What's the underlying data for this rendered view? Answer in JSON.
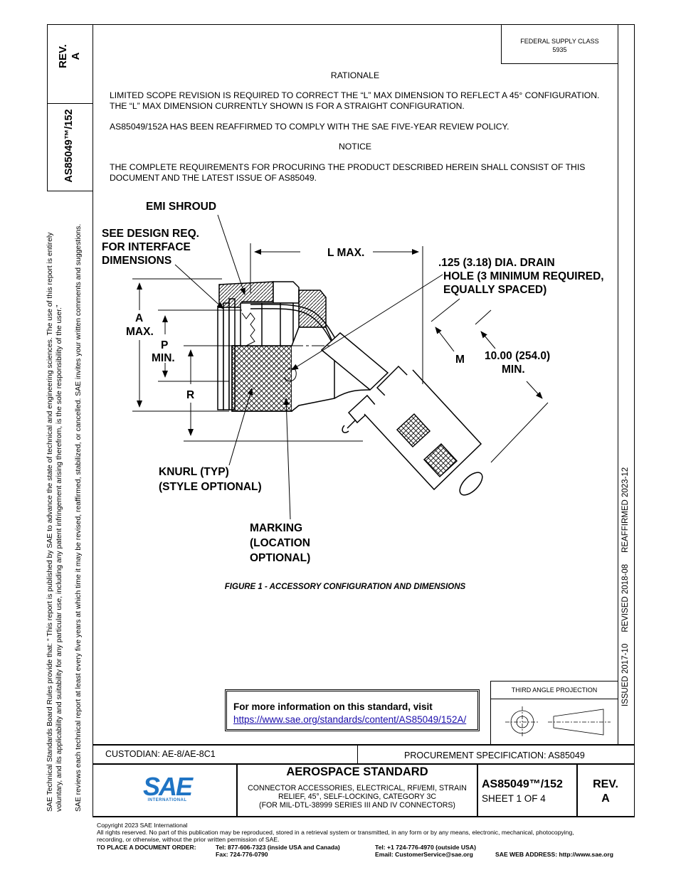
{
  "left_margin": {
    "line1": "SAE Technical Standards Board Rules provide that: “ This report is published by SAE to advance the state of technical and engineering sciences. The use of this report is entirely",
    "line2": "voluntary, and its applicability and suitability for any particular use, including any patent infringement arising therefrom, is the sole responsibility of the user.”",
    "line3": "SAE reviews each technical report at least every five years at which time it may be revised, reaffirmed, stabilized, or cancelled. SAE invites your written comments and suggestions."
  },
  "side_tab": {
    "rev_label": "REV.",
    "rev_value": "A",
    "doc_number": "AS85049™/152"
  },
  "header": {
    "fsc_label": "FEDERAL SUPPLY CLASS",
    "fsc_value": "5935"
  },
  "right_margin": {
    "dates": "ISSUED 2017-10     REVISED 2018-08     REAFFIRMED 2023-12"
  },
  "body": {
    "rationale_heading": "RATIONALE",
    "rationale_p1": "LIMITED SCOPE REVISION IS REQUIRED TO CORRECT THE “L” MAX DIMENSION TO REFLECT A 45° CONFIGURATION. THE “L” MAX DIMENSION CURRENTLY SHOWN IS FOR A STRAIGHT CONFIGURATION.",
    "rationale_p2": "AS85049/152A HAS BEEN REAFFIRMED TO COMPLY WITH THE SAE FIVE-YEAR REVIEW POLICY.",
    "notice_heading": "NOTICE",
    "notice_p1": "THE COMPLETE REQUIREMENTS FOR PROCURING THE PRODUCT DESCRIBED HEREIN SHALL CONSIST OF THIS DOCUMENT AND THE LATEST ISSUE OF AS85049."
  },
  "figure": {
    "emi_shroud": "EMI SHROUD",
    "see_design_1": "SEE DESIGN REQ.",
    "see_design_2": "FOR INTERFACE",
    "see_design_3": "DIMENSIONS",
    "l_max": "L MAX.",
    "drain_1": ".125 (3.18) DIA. DRAIN",
    "drain_2": "HOLE (3 MINIMUM REQUIRED,",
    "drain_3": "EQUALLY SPACED)",
    "a_1": "A",
    "a_2": "MAX.",
    "p_1": "P",
    "p_2": "MIN.",
    "r": "R",
    "m": "M",
    "len_1": "10.00 (254.0)",
    "len_2": "MIN.",
    "knurl_1": "KNURL (TYP)",
    "knurl_2": "(STYLE OPTIONAL)",
    "marking_1": "MARKING",
    "marking_2": "(LOCATION",
    "marking_3": "OPTIONAL)",
    "caption": "FIGURE 1 - ACCESSORY CONFIGURATION AND DIMENSIONS"
  },
  "info_box": {
    "text": "For more information on this standard, visit",
    "link": "https://www.sae.org/standards/content/AS85049/152A/"
  },
  "projection": {
    "label": "THIRD ANGLE PROJECTION"
  },
  "title_block": {
    "custodian": "CUSTODIAN: AE-8/AE-8C1",
    "procurement": "PROCUREMENT SPECIFICATION: AS85049",
    "logo_text": "SAE",
    "logo_sub": "INTERNATIONAL",
    "standard_type": "AEROSPACE STANDARD",
    "title_line1": "CONNECTOR ACCESSORIES, ELECTRICAL, RFI/EMI, STRAIN",
    "title_line2": "RELIEF, 45°, SELF-LOCKING, CATEGORY 3C",
    "title_line3": "(FOR MIL-DTL-38999 SERIES III AND IV CONNECTORS)",
    "doc_number": "AS85049™/152",
    "sheet": "SHEET 1 OF 4",
    "rev_label": "REV.",
    "rev_value": "A"
  },
  "footer": {
    "copyright": "Copyright 2023 SAE International",
    "rights": "All rights reserved. No part of this publication may be reproduced, stored in a retrieval system or transmitted, in any form or by any means, electronic, mechanical, photocopying,",
    "rights2": "recording, or otherwise, without the prior written permission of SAE.",
    "order_label": "TO PLACE A DOCUMENT ORDER:",
    "tel_us": "Tel: 877-606-7323 (inside USA and Canada)",
    "fax": "Fax: 724-776-0790",
    "tel_intl": "Tel: +1 724-776-4970 (outside USA)",
    "email": "Email: CustomerService@sae.org",
    "web": "SAE WEB ADDRESS: http://www.sae.org"
  }
}
